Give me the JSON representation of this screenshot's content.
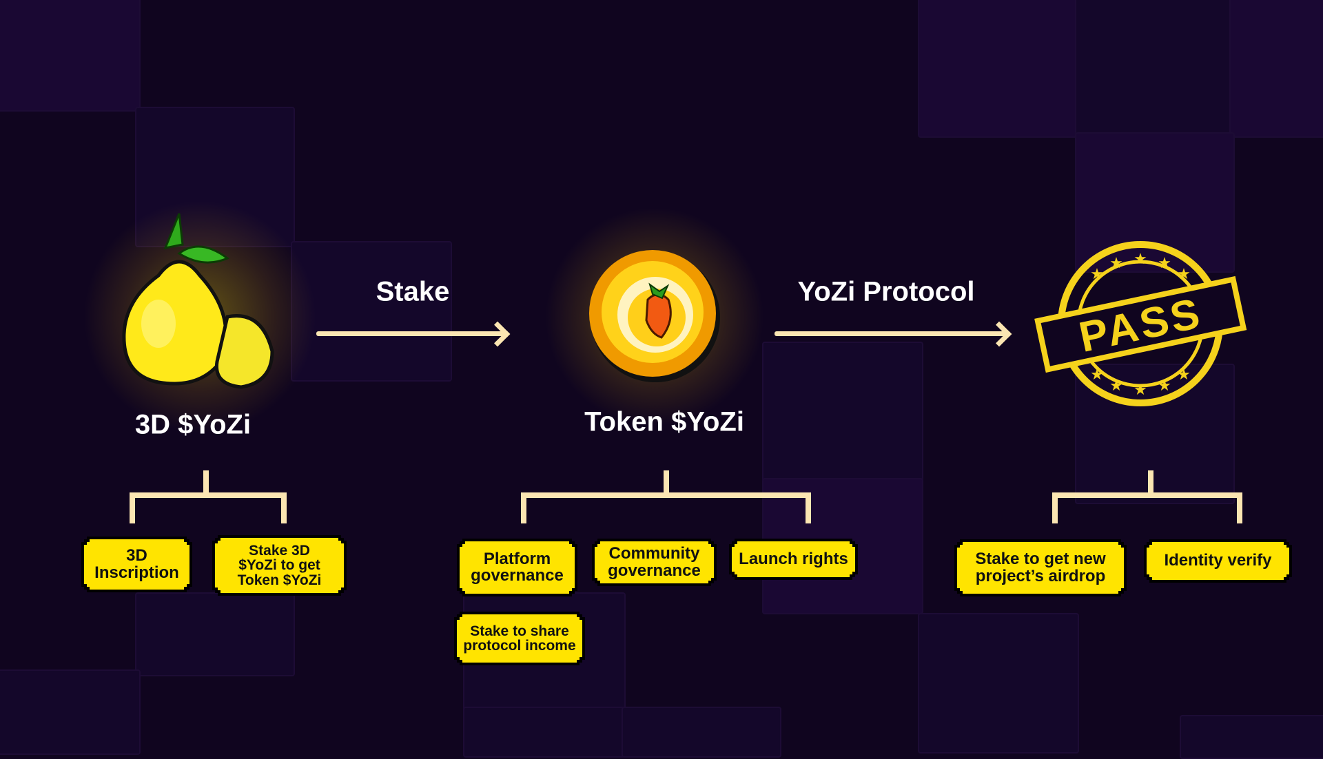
{
  "stages": [
    {
      "title": "3D $YoZi",
      "icon": "pear-icon"
    },
    {
      "title": "Token $YoZi",
      "icon": "coin-icon"
    },
    {
      "title": "",
      "icon": "pass-stamp-icon",
      "stamp_text": "PASS"
    }
  ],
  "arrows": [
    {
      "label": "Stake"
    },
    {
      "label": "YoZi Protocol"
    }
  ],
  "features": {
    "yozi_3d": [
      "3D Inscription",
      "Stake 3D $YoZi to get Token $YoZi"
    ],
    "token": [
      "Platform governance",
      "Community governance",
      "Launch rights",
      "Stake to share protocol income"
    ],
    "pass": [
      "Stake to get new project’s airdrop",
      "Identity verify"
    ]
  },
  "colors": {
    "background": "#10051f",
    "box_fill": "#ffe400",
    "box_border": "#ff6a00",
    "connector": "#fbe6b2"
  }
}
